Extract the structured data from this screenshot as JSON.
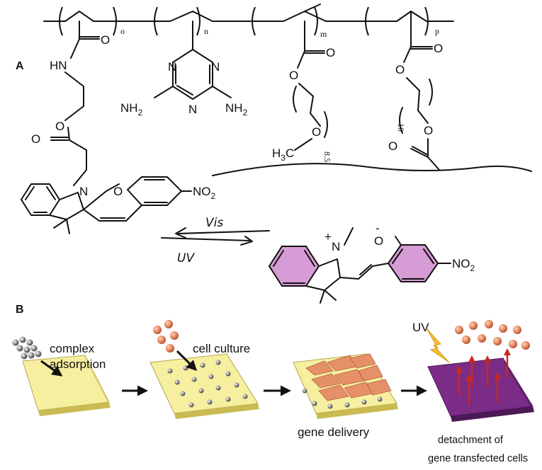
{
  "panel_labels": {
    "a": "A",
    "b": "B"
  },
  "monomer_subscripts": {
    "o": "o",
    "n": "n",
    "m": "m",
    "p": "p"
  },
  "atoms": {
    "O": "O",
    "HN": "HN",
    "N": "N",
    "NH2": "NH",
    "NH2_sub": "2",
    "H3C": "H",
    "H3C_sub": "3",
    "C": "C",
    "NO2": "NO",
    "NO2_sub": "2",
    "plus": "+",
    "minus": "-",
    "peg_m_repeat": "8.5",
    "peg_p_repeat": "10"
  },
  "reaction": {
    "forward": "Vis",
    "reverse": "UV"
  },
  "process": {
    "step1_line1": "complex",
    "step1_line2": "adsorption",
    "step2": "cell culture",
    "step3": "gene delivery",
    "step4_line1": "detachment of",
    "step4_line2": "gene transfected cells",
    "uv": "UV"
  },
  "colors": {
    "ring_fill": "#d79bd6",
    "substrate": "#f6efa0",
    "substrate_side": "#c9bb52",
    "purple_surface": "#7a2c86",
    "cell": "#e6906a",
    "arrow_red": "#c8291f",
    "lightning": "#f3c030"
  }
}
